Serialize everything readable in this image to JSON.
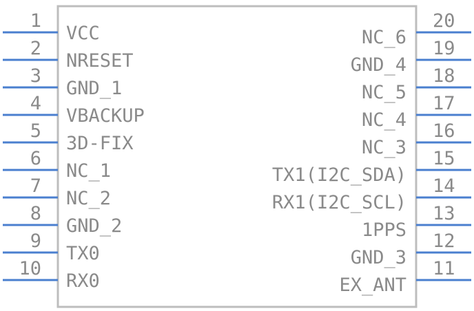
{
  "component": {
    "left_pins": [
      {
        "number": "1",
        "label": "VCC"
      },
      {
        "number": "2",
        "label": "NRESET"
      },
      {
        "number": "3",
        "label": "GND_1"
      },
      {
        "number": "4",
        "label": "VBACKUP"
      },
      {
        "number": "5",
        "label": "3D-FIX"
      },
      {
        "number": "6",
        "label": "NC_1"
      },
      {
        "number": "7",
        "label": "NC_2"
      },
      {
        "number": "8",
        "label": "GND_2"
      },
      {
        "number": "9",
        "label": "TX0"
      },
      {
        "number": "10",
        "label": "RX0"
      }
    ],
    "right_pins": [
      {
        "number": "20",
        "label": "NC_6"
      },
      {
        "number": "19",
        "label": "GND_4"
      },
      {
        "number": "18",
        "label": "NC_5"
      },
      {
        "number": "17",
        "label": "NC_4"
      },
      {
        "number": "16",
        "label": "NC_3"
      },
      {
        "number": "15",
        "label": "TX1(I2C_SDA)"
      },
      {
        "number": "14",
        "label": "RX1(I2C_SCL)"
      },
      {
        "number": "13",
        "label": "1PPS"
      },
      {
        "number": "12",
        "label": "GND_3"
      },
      {
        "number": "11",
        "label": "EX_ANT"
      }
    ]
  },
  "colors": {
    "pin": "#4a7fcf",
    "body_outline": "#bdbdbd",
    "text": "#8a8a8a"
  }
}
